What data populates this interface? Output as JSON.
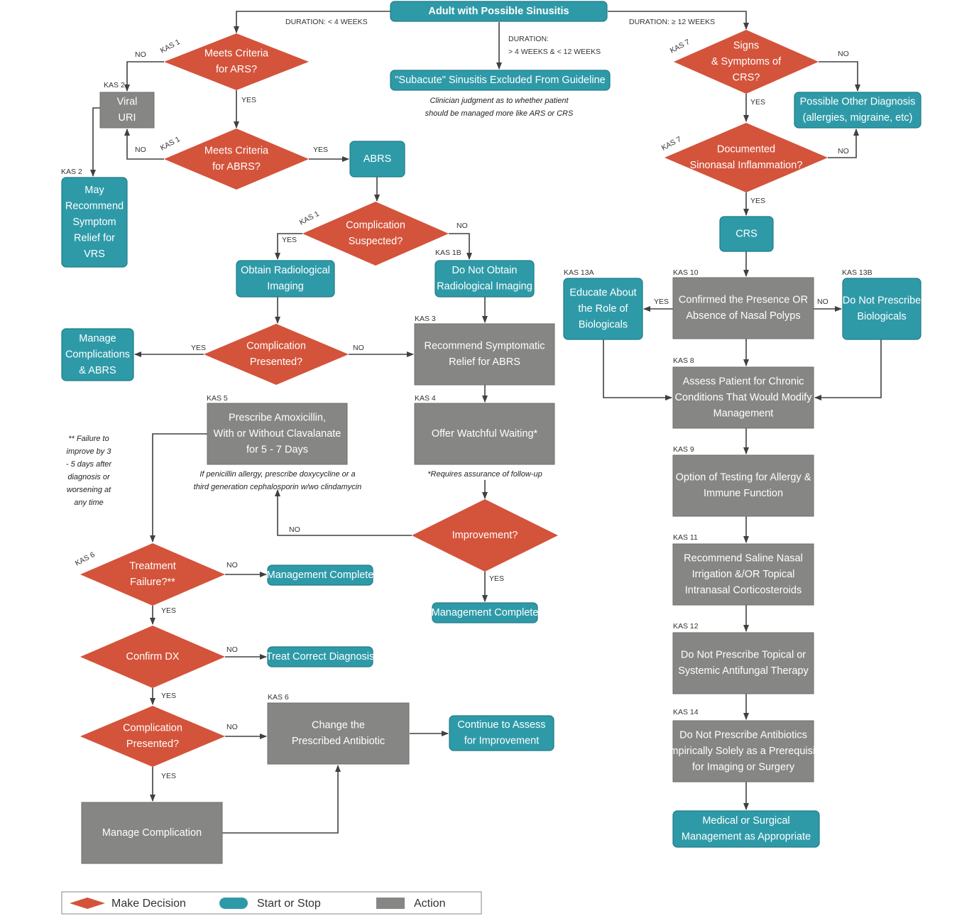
{
  "colors": {
    "decision": "#d4533b",
    "terminal": "#2e9aa8",
    "action": "#868685",
    "terminal_stroke": "#207a86",
    "action_stroke": "#6d6d6c"
  },
  "nodes": {
    "start": {
      "lines": [
        "Adult with Possible Sinusitis"
      ]
    },
    "subacute": {
      "lines": [
        "\"Subacute\" Sinusitis Excluded From Guideline"
      ]
    },
    "ars": {
      "lines": [
        "Meets Criteria",
        "for ARS?"
      ],
      "kas": "KAS 1"
    },
    "viral": {
      "lines": [
        "Viral",
        "URI"
      ],
      "kas": "KAS 2"
    },
    "abrs_q": {
      "lines": [
        "Meets Criteria",
        "for ABRS?"
      ],
      "kas": "KAS 1"
    },
    "abrs": {
      "lines": [
        "ABRS"
      ]
    },
    "relief_vrs": {
      "lines": [
        "May",
        "Recommend",
        "Symptom",
        "Relief for",
        "VRS"
      ],
      "kas": "KAS 2"
    },
    "comp_susp": {
      "lines": [
        "Complication",
        "Suspected?"
      ],
      "kas": "KAS 1"
    },
    "obtain_img": {
      "lines": [
        "Obtain Radiological",
        "Imaging"
      ]
    },
    "no_img": {
      "lines": [
        "Do Not Obtain",
        "Radiological Imaging"
      ],
      "kas": "KAS 1B"
    },
    "comp_pres1": {
      "lines": [
        "Complication",
        "Presented?"
      ]
    },
    "manage_comp_abrs": {
      "lines": [
        "Manage",
        "Complications",
        "& ABRS"
      ]
    },
    "relief_abrs": {
      "lines": [
        "Recommend Symptomatic",
        "Relief for ABRS"
      ],
      "kas": "KAS 3"
    },
    "watchful": {
      "lines": [
        "Offer Watchful Waiting*"
      ],
      "kas": "KAS 4"
    },
    "amox": {
      "lines": [
        "Prescribe Amoxicillin,",
        "With or Without Clavalanate",
        "for 5 - 7 Days"
      ],
      "kas": "KAS 5"
    },
    "improve": {
      "lines": [
        "Improvement?"
      ]
    },
    "mgmt_complete2": {
      "lines": [
        "Management Complete"
      ]
    },
    "treat_fail": {
      "lines": [
        "Treatment",
        "Failure?**"
      ],
      "kas": "KAS 6"
    },
    "mgmt_complete1": {
      "lines": [
        "Management Complete"
      ]
    },
    "confirm_dx": {
      "lines": [
        "Confirm DX"
      ]
    },
    "treat_correct": {
      "lines": [
        "Treat Correct Diagnosis"
      ]
    },
    "comp_pres2": {
      "lines": [
        "Complication",
        "Presented?"
      ]
    },
    "change_abx": {
      "lines": [
        "Change the",
        "Prescribed Antibiotic"
      ],
      "kas": "KAS 6"
    },
    "continue": {
      "lines": [
        "Continue to Assess",
        "for Improvement"
      ]
    },
    "manage_comp": {
      "lines": [
        "Manage Complication"
      ]
    },
    "crs_q": {
      "lines": [
        "Signs",
        "& Symptoms of",
        "CRS?"
      ],
      "kas": "KAS 7"
    },
    "other_dx": {
      "lines": [
        "Possible Other Diagnosis",
        "(allergies, migraine, etc)"
      ]
    },
    "doc_infl": {
      "lines": [
        "Documented",
        "Sinonasal Inflammation?"
      ],
      "kas": "KAS 7"
    },
    "crs": {
      "lines": [
        "CRS"
      ]
    },
    "polyps": {
      "lines": [
        "Confirmed the Presence OR",
        "Absence of Nasal Polyps"
      ],
      "kas": "KAS 10"
    },
    "educate": {
      "lines": [
        "Educate About",
        "the Role of",
        "Biologicals"
      ],
      "kas": "KAS 13A"
    },
    "no_bio": {
      "lines": [
        "Do Not Prescribe",
        "Biologicals"
      ],
      "kas": "KAS 13B"
    },
    "chronic": {
      "lines": [
        "Assess Patient for Chronic",
        "Conditions That Would Modify",
        "Management"
      ],
      "kas": "KAS 8"
    },
    "allergy": {
      "lines": [
        "Option of Testing for Allergy &",
        "Immune Function"
      ],
      "kas": "KAS 9"
    },
    "saline": {
      "lines": [
        "Recommend Saline Nasal",
        "Irrigation &/OR Topical",
        "Intranasal Corticosteroids"
      ],
      "kas": "KAS 11"
    },
    "antifungal": {
      "lines": [
        "Do Not Prescribe Topical or",
        "Systemic Antifungal Therapy"
      ],
      "kas": "KAS 12"
    },
    "antibiotics": {
      "lines": [
        "Do Not Prescribe Antibiotics",
        "Empirically Solely as a Prerequisite",
        "for Imaging or Surgery"
      ],
      "kas": "KAS 14"
    },
    "surgical": {
      "lines": [
        "Medical or Surgical",
        "Management as Appropriate"
      ]
    }
  },
  "edge_labels": {
    "dur_short": "DURATION: < 4 WEEKS",
    "dur_mid_1": "DURATION:",
    "dur_mid_2": "> 4 WEEKS & < 12 WEEKS",
    "dur_long": "DURATION: ≥ 12 WEEKS",
    "yes": "YES",
    "no": "NO"
  },
  "notes": {
    "subacute": [
      "Clinician judgment as to whether patient",
      "should be managed more like ARS or CRS"
    ],
    "watchful": [
      "*Requires assurance of follow-up"
    ],
    "penicillin": [
      "If penicillin allergy, prescribe doxycycline or a",
      "third generation cephalosporin w/wo clindamycin"
    ],
    "failure": [
      "** Failure to",
      "improve by 3",
      "- 5 days after",
      "diagnosis or",
      "worsening at",
      "any time"
    ]
  },
  "legend": {
    "decision": "Make Decision",
    "terminal": "Start or Stop",
    "action": "Action"
  }
}
